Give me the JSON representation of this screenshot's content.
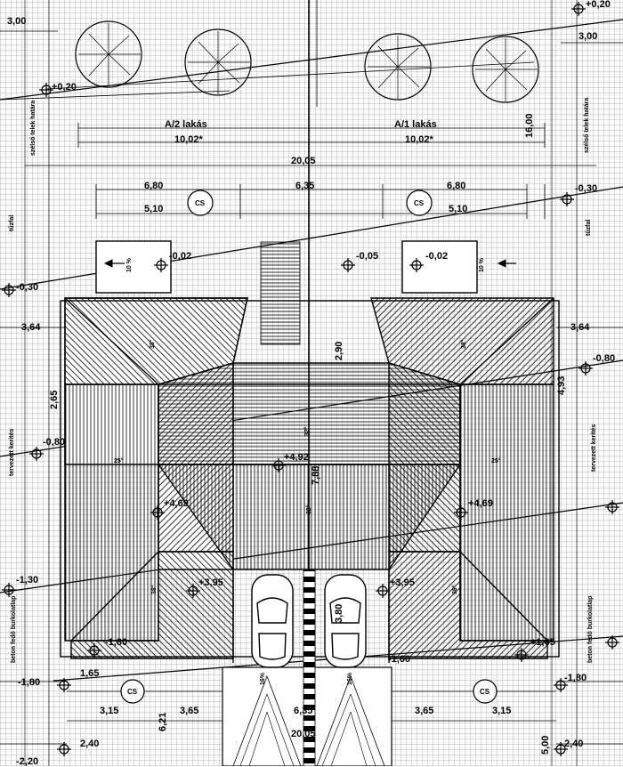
{
  "units": {
    "a2": "A/2 lakás",
    "a1": "A/1 lakás"
  },
  "dims": {
    "d300_tl": "3,00",
    "d300_tr": "3,00",
    "d1002_l": "10,02*",
    "d1002_r": "10,02*",
    "d2005_top": "20,05",
    "d680_l": "6,80",
    "d680_r": "6,80",
    "d635": "6,35",
    "d510_l": "5,10",
    "d510_r": "5,10",
    "d364_l": "3,64",
    "d364_r": "3,64",
    "d265": "2,65",
    "d290": "2,90",
    "d788": "7,88",
    "d380": "3,80",
    "d1600": "16,00",
    "d165": "1,65",
    "d315_l": "3,15",
    "d365_l": "3,65",
    "d635_b": "6,35",
    "d365_r": "3,65",
    "d315_r": "3,15",
    "d2005_bot": "20,05",
    "d240_l": "2,40",
    "d240_r": "2,40",
    "d621": "6,21",
    "d500": "5,00",
    "d493": "4,93"
  },
  "levels": {
    "p020_tr": "+0,20",
    "p020_l": "+0,20",
    "m030_r": "-0,30",
    "m030_l": "-0,30",
    "m002_l": "-0,02",
    "m005": "-0,05",
    "m002_r": "-0,02",
    "m080_r": "-0,80",
    "m080_l": "-0,80",
    "p492": "+4,92",
    "p469_l": "+4,69",
    "p469_r": "+4,69",
    "p395_l": "+3,95",
    "p395_r": "+3,95",
    "m130": "-1,30",
    "m180_l1": "-1,80",
    "m180_l2": "-1,80",
    "m180_r": "-1,80",
    "p165_r": "+1,65",
    "m220": "-2,20",
    "m160": "-1,60"
  },
  "notes": {
    "lot_line_left": "szélső telek határa",
    "lot_line_right": "szélső telek határa",
    "fence_l": "tervezett kerítés",
    "fence_r": "tervezett kerítés",
    "fire_l": "tűzfal",
    "fire_r": "tűzfal",
    "concrete_l": "beton fedő burkolatlap",
    "concrete_r": "beton fedő burkolatlap",
    "cs": "CS",
    "slope_10": "10 %",
    "slope_16": "16%",
    "pitch_25": "25°",
    "pitch_32": "32°",
    "pitch_38": "38°"
  },
  "colors": {
    "ink": "#000000",
    "paper": "#fbfbfb"
  }
}
